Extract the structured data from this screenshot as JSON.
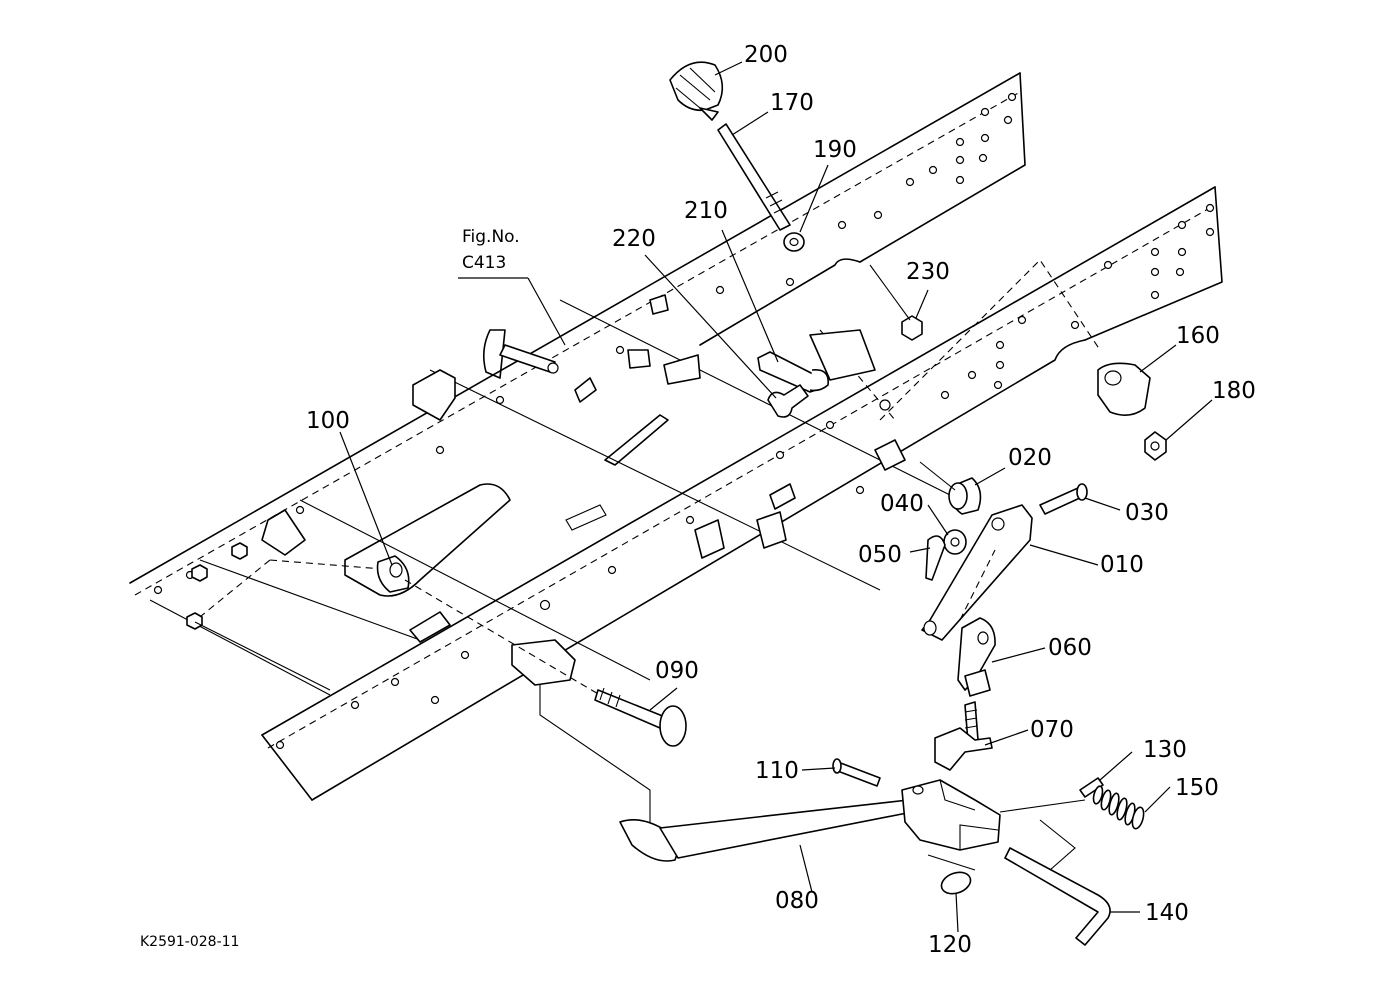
{
  "figure_ref": {
    "line1": "Fig.No.",
    "line2": "C413"
  },
  "drawing_code": "K2591-028-11",
  "callouts": [
    {
      "id": "010",
      "label": "010"
    },
    {
      "id": "020",
      "label": "020"
    },
    {
      "id": "030",
      "label": "030"
    },
    {
      "id": "040",
      "label": "040"
    },
    {
      "id": "050",
      "label": "050"
    },
    {
      "id": "060",
      "label": "060"
    },
    {
      "id": "070",
      "label": "070"
    },
    {
      "id": "080",
      "label": "080"
    },
    {
      "id": "090",
      "label": "090"
    },
    {
      "id": "100",
      "label": "100"
    },
    {
      "id": "110",
      "label": "110"
    },
    {
      "id": "120",
      "label": "120"
    },
    {
      "id": "130",
      "label": "130"
    },
    {
      "id": "140",
      "label": "140"
    },
    {
      "id": "150",
      "label": "150"
    },
    {
      "id": "160",
      "label": "160"
    },
    {
      "id": "170",
      "label": "170"
    },
    {
      "id": "180",
      "label": "180"
    },
    {
      "id": "190",
      "label": "190"
    },
    {
      "id": "200",
      "label": "200"
    },
    {
      "id": "210",
      "label": "210"
    },
    {
      "id": "220",
      "label": "220"
    },
    {
      "id": "230",
      "label": "230"
    }
  ]
}
